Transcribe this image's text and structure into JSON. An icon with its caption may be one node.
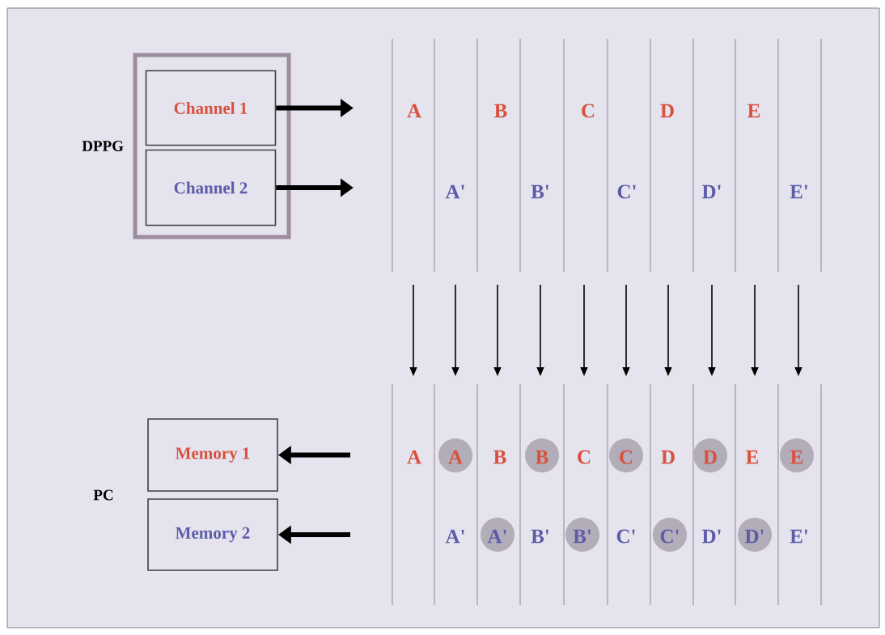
{
  "diagram": {
    "nodes": [
      {
        "text": [
          "DPPG"
        ]
      },
      {
        "text": [
          "Channel 1"
        ],
        "in": 0
      },
      {
        "text": [
          "Channel 2"
        ],
        "in": 0
      },
      {
        "text": [
          "Memory 1"
        ]
      },
      {
        "text": [
          "Memory 2"
        ]
      }
    ],
    "edges": [
      {
        "from": 1,
        "to": null,
        "arrow": "to"
      },
      {
        "from": 2,
        "to": null,
        "arrow": "to"
      },
      {
        "from": null,
        "to": 3,
        "arrow": "to"
      },
      {
        "from": null,
        "to": 4,
        "arrow": "to"
      }
    ],
    "labels": [
      "A",
      "B",
      "C",
      "D",
      "E",
      "A'",
      "B'",
      "C'",
      "D'",
      "E'",
      "A",
      "A",
      "B",
      "B",
      "C",
      "C",
      "D",
      "D",
      "E",
      "E",
      "PC",
      "A'",
      "A'",
      "B'",
      "B'",
      "C'",
      "C'",
      "D'",
      "D'",
      "E'"
    ]
  }
}
